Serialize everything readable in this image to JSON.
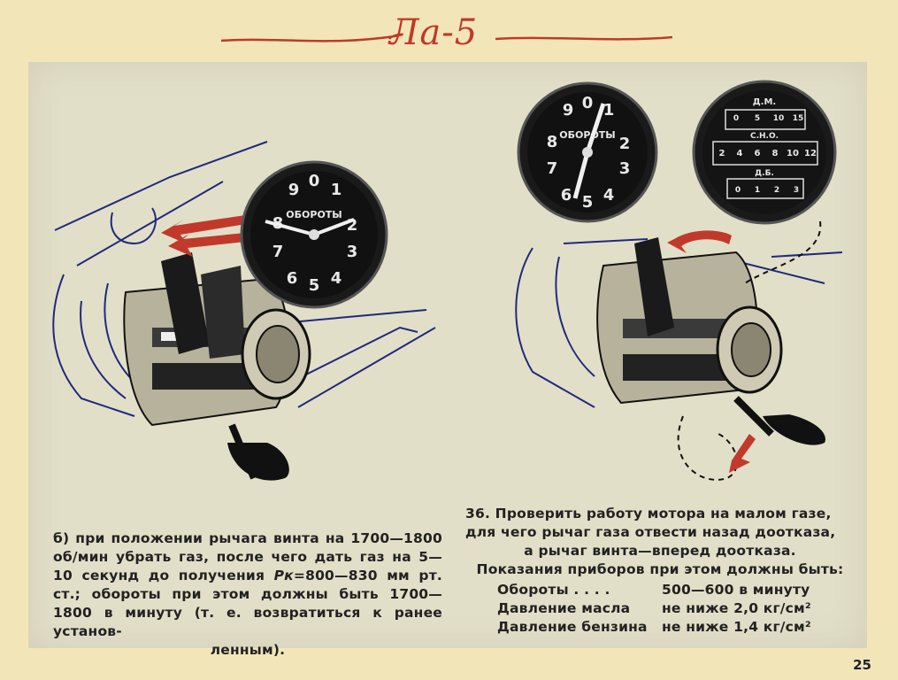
{
  "header": {
    "title": "Ла-5"
  },
  "left_gauge": {
    "label": "ОБОРОТЫ",
    "digits": [
      "9",
      "0",
      "1",
      "2",
      "3",
      "4",
      "5",
      "6",
      "7",
      "8"
    ]
  },
  "right_gauge": {
    "label": "ОБОРОТЫ",
    "digits": [
      "9",
      "0",
      "1",
      "2",
      "3",
      "4",
      "5",
      "6",
      "7",
      "8"
    ]
  },
  "triple_gauge": {
    "top_label": "Д.М.",
    "top_scale": [
      "0",
      "5",
      "10",
      "15"
    ],
    "mid_label": "С.Н.О.",
    "mid_scale": [
      "2",
      "4",
      "6",
      "8",
      "10",
      "12"
    ],
    "bot_label": "Д.Б.",
    "bot_scale": [
      "0",
      "1",
      "2",
      "3"
    ]
  },
  "caption_left": {
    "l1": "б) при положении рычага винта на 1700—1800",
    "l2": "об/мин убрать газ, после чего дать газ на 5—",
    "l3a": "10 секунд до получения ",
    "l3pk": "Pк",
    "l3b": "=800—830 мм рт.",
    "l4": "ст.; обороты при этом должны быть 1700—1800",
    "l5": "в минуту (т. е. возвратиться к ранее установ-",
    "l6": "ленным)."
  },
  "caption_right": {
    "l1": "36. Проверить работу мотора на малом газе,",
    "l2": "для чего рычаг газа отвести назад доотказа,",
    "l3": "а рычаг винта—вперед доотказа.",
    "l4": "Показания приборов при этом должны быть:",
    "readings": [
      {
        "label": "Обороты . . . .",
        "value": "500—600 в минуту"
      },
      {
        "label": "Давление масла",
        "value": "не ниже 2,0 кг/см²"
      },
      {
        "label": "Давление бензина",
        "value": "не ниже 1,4 кг/см²"
      }
    ]
  },
  "page_number": "25",
  "colors": {
    "accent_red": "#c0392b",
    "ink": "#1d1d1d",
    "paper": "#f2e6b9",
    "panel": "#e2dfc9",
    "line": "#1f2a7a"
  }
}
